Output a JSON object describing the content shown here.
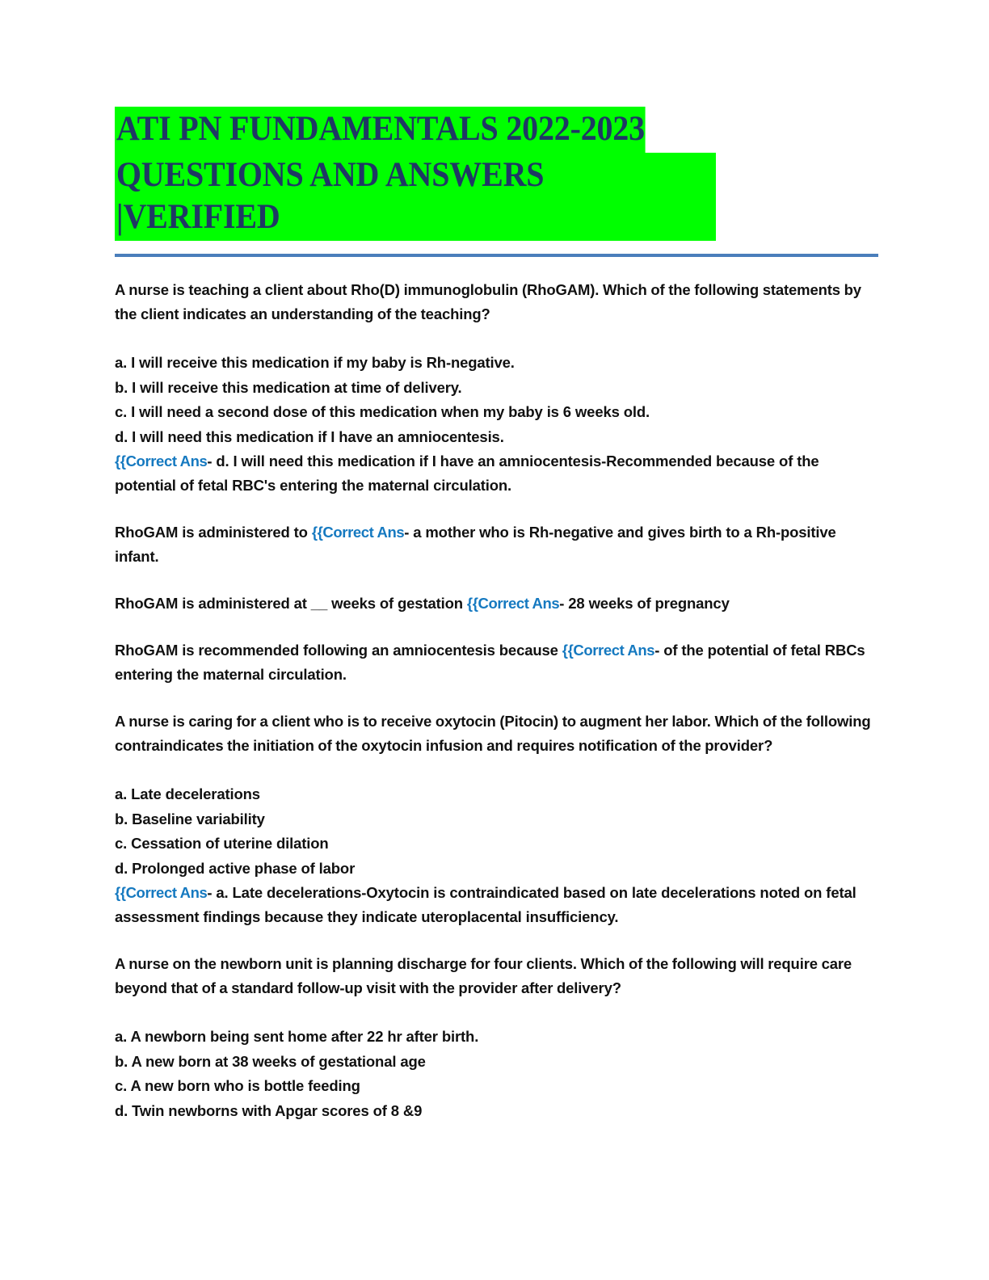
{
  "document": {
    "title_lines": [
      "ATI PN FUNDAMENTALS 2022-2023",
      "QUESTIONS AND ANSWERS |VERIFIED"
    ],
    "title_highlight_color": "#00FF00",
    "title_text_color": "#1F3864",
    "rule_color": "#4A7EBB",
    "answer_tag_color": "#1579C0",
    "answer_tag": "{{Correct Ans"
  },
  "content": {
    "q1": {
      "stem": "A nurse is teaching a client about Rho(D) immunoglobulin (RhoGAM). Which of the following statements by the client indicates an understanding of the teaching?",
      "options": [
        {
          "label": "a.",
          "text": "I will receive this medication if my baby is Rh-negative."
        },
        {
          "label": "b.",
          "text": "I will receive this medication at time of delivery."
        },
        {
          "label": "c.",
          "text": "I will need a second dose of this medication when my baby is 6 weeks old."
        },
        {
          "label": "d.",
          "text": "I will need this medication if I have an amniocentesis."
        }
      ],
      "answer_tail": "- d. I will need this medication if I have an amniocentesis-Recommended because of the potential of fetal RBC's entering the maternal circulation."
    },
    "f1": {
      "before": "RhoGAM is administered to ",
      "after": "- a mother who is Rh-negative and gives birth to a Rh-positive infant."
    },
    "f2": {
      "before": "RhoGAM is administered at __ weeks of gestation ",
      "after": "- 28 weeks of pregnancy"
    },
    "f3": {
      "before": "RhoGAM is recommended following an amniocentesis because ",
      "after": "- of the potential of fetal RBCs entering the maternal circulation."
    },
    "q2": {
      "stem": "A nurse is caring for a client who is to receive oxytocin (Pitocin) to augment her labor. Which of the following contraindicates the initiation of the oxytocin infusion and requires notification of the provider?",
      "options": [
        {
          "label": "a.",
          "text": "Late decelerations"
        },
        {
          "label": "b.",
          "text": "Baseline variability"
        },
        {
          "label": "c.",
          "text": "Cessation of uterine dilation"
        },
        {
          "label": "d.",
          "text": "Prolonged active phase of labor"
        }
      ],
      "answer_tail": "- a. Late decelerations-Oxytocin is contraindicated based on late decelerations noted on fetal assessment findings because they indicate uteroplacental insufficiency."
    },
    "q3": {
      "stem": "A nurse on the newborn unit is planning discharge for four clients. Which of the following will require care beyond that of a standard follow-up visit with the provider after delivery?",
      "options": [
        {
          "label": "a.",
          "text": "A newborn being sent home after 22 hr after birth."
        },
        {
          "label": "b.",
          "text": "A new born at 38 weeks of gestational age"
        },
        {
          "label": "c.",
          "text": "A new born who is bottle feeding"
        },
        {
          "label": "d.",
          "text": "Twin newborns with Apgar scores of 8 &9"
        }
      ]
    }
  }
}
